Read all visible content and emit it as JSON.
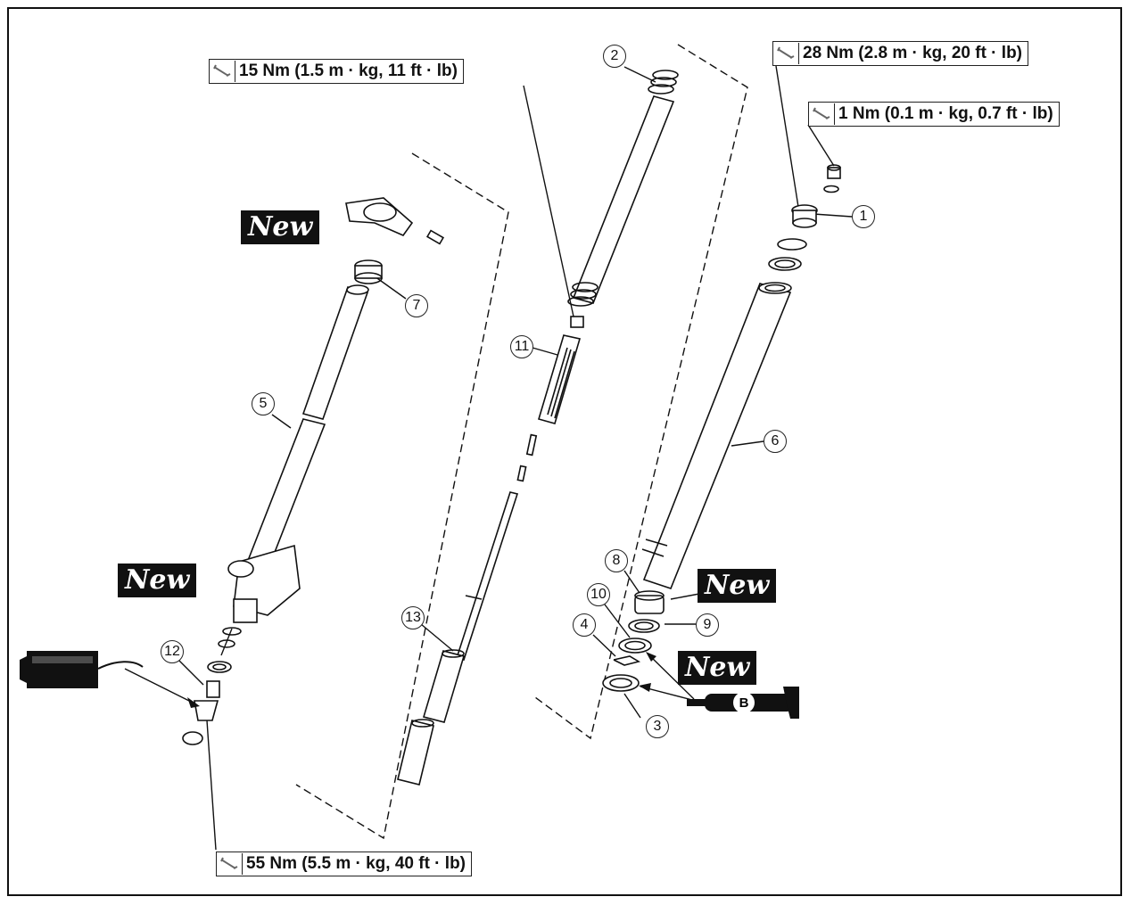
{
  "torque": {
    "cap_bolt": "28 Nm (2.8 m · kg, 20 ft · lb)",
    "air_screw": "1 Nm (0.1 m · kg, 0.7 ft · lb)",
    "locknut": "15 Nm (1.5 m · kg, 11 ft · lb)",
    "base_valve": "55 Nm (5.5 m · kg, 40 ft · lb)"
  },
  "new_label": "New",
  "grease_label": "B",
  "callouts": [
    "1",
    "2",
    "3",
    "4",
    "5",
    "6",
    "7",
    "8",
    "9",
    "10",
    "11",
    "12",
    "13"
  ]
}
